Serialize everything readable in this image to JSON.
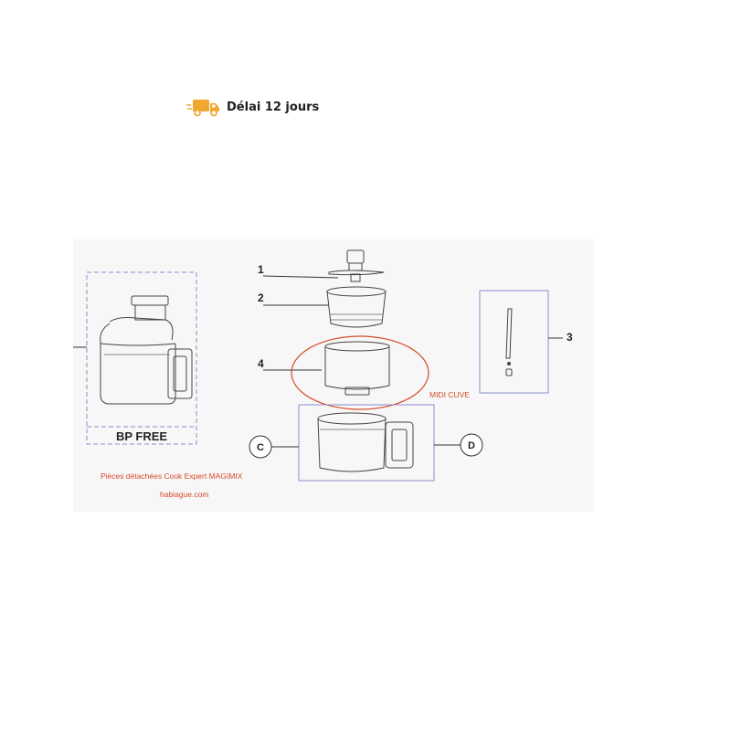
{
  "delivery": {
    "icon": "truck-icon",
    "label": "Délai 12 jours",
    "icon_color": "#f0a830"
  },
  "diagram": {
    "labels": {
      "part_1": "1",
      "part_2": "2",
      "part_3": "3",
      "part_4": "4",
      "part_c": "C",
      "part_d": "D",
      "bp_free": "BP FREE",
      "midi_cuve": "MIDI CUVE",
      "caption": "Pièces détachées Cook Expert MAGIMIX",
      "website": "habiague.com"
    },
    "colors": {
      "highlight": "#d64a2a",
      "box_border": "#8a8fc8",
      "line": "#333333"
    }
  }
}
